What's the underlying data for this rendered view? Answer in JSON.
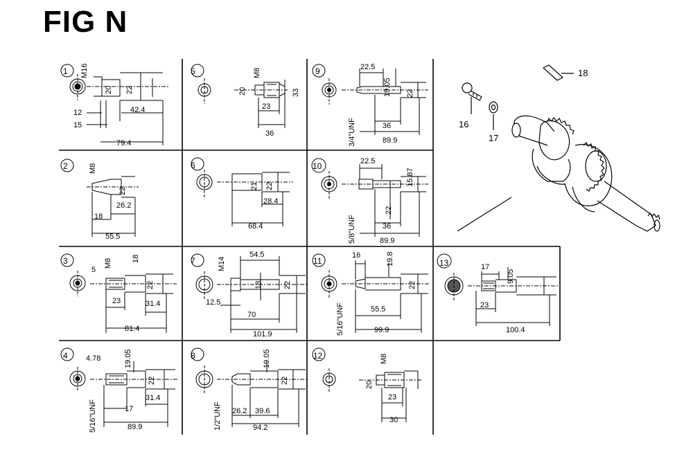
{
  "title": "FIG N",
  "panels": [
    {
      "id": "1",
      "labels": [
        "M16",
        "20",
        "22",
        "42.4",
        "12",
        "15",
        "79.4"
      ]
    },
    {
      "id": "2",
      "labels": [
        "M8",
        "22",
        "26.2",
        "18",
        "55.5"
      ]
    },
    {
      "id": "3",
      "labels": [
        "5",
        "M8",
        "18",
        "23",
        "22",
        "31.4",
        "81.4"
      ]
    },
    {
      "id": "4",
      "labels": [
        "4.78",
        "19.05",
        "22",
        "31.4",
        "17",
        "5/16\"UNF",
        "89.9"
      ]
    },
    {
      "id": "5",
      "labels": [
        "M8",
        "20",
        "33",
        "23",
        "36"
      ]
    },
    {
      "id": "6",
      "labels": [
        "21",
        "22",
        "28.4",
        "68.4"
      ]
    },
    {
      "id": "7",
      "labels": [
        "M14",
        "54.5",
        "18",
        "22",
        "12.5",
        "70",
        "101.9"
      ]
    },
    {
      "id": "8",
      "labels": [
        "19.05",
        "22",
        "26.2",
        "39.6",
        "1/2\"UNF",
        "94.2"
      ]
    },
    {
      "id": "9",
      "labels": [
        "22.5",
        "19.05",
        "22",
        "36",
        "3/4\"UNF",
        "89.9"
      ]
    },
    {
      "id": "10",
      "labels": [
        "22.5",
        "22",
        "15.87",
        "36",
        "5/8\"UNF",
        "89.9"
      ]
    },
    {
      "id": "11",
      "labels": [
        "16",
        "19.8",
        "22",
        "55.5",
        "5/16\"UNF",
        "99.9"
      ]
    },
    {
      "id": "12",
      "labels": [
        "M8",
        "20",
        "23",
        "30"
      ]
    },
    {
      "id": "13",
      "labels": [
        "17",
        "9.05",
        "23",
        "100.4"
      ]
    }
  ],
  "parts": [
    {
      "label": "16"
    },
    {
      "label": "17"
    },
    {
      "label": "18"
    }
  ]
}
